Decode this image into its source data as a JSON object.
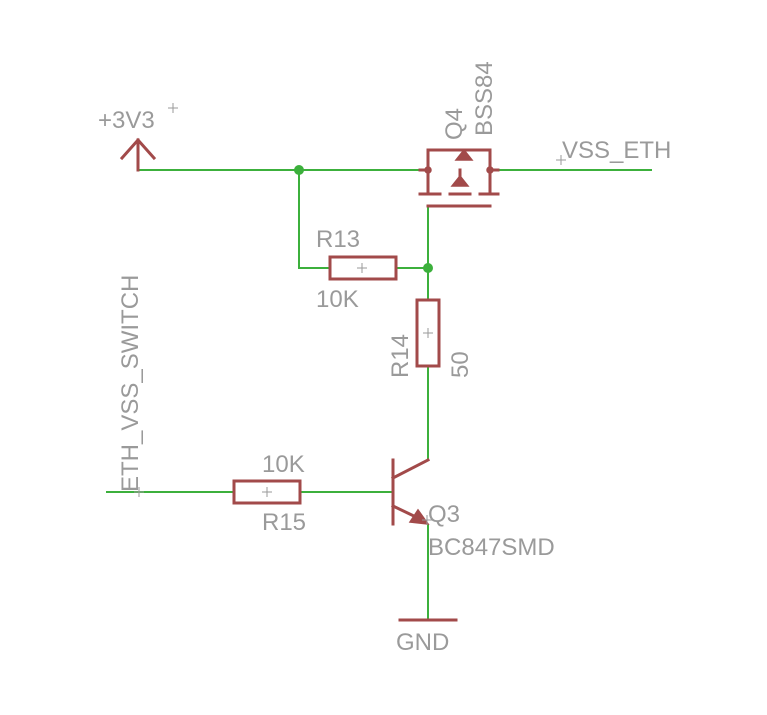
{
  "power": {
    "supply_label": "+3V3",
    "ground_label": "GND"
  },
  "nets": {
    "output_label": "VSS_ETH",
    "control_label": "ETH_VSS_SWITCH"
  },
  "components": {
    "q4": {
      "name": "Q4",
      "value": "BSS84"
    },
    "r13": {
      "name": "R13",
      "value": "10K"
    },
    "r14": {
      "name": "R14",
      "value": "50"
    },
    "r15": {
      "name": "R15",
      "value": "10K"
    },
    "q3": {
      "name": "Q3",
      "value": "BC847SMD"
    }
  },
  "colors": {
    "wire": "#3cb03c",
    "symbol": "#a24a4a",
    "label": "#9a9a9a",
    "background": "#ffffff"
  }
}
